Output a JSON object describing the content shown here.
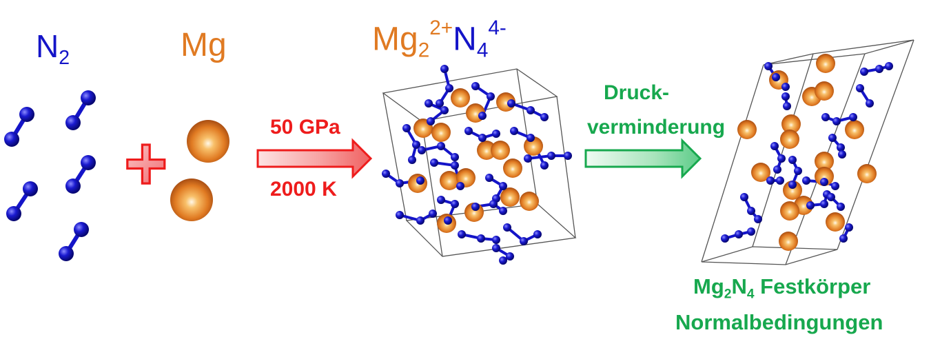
{
  "labels": {
    "n2": {
      "main": "N",
      "sub": "2"
    },
    "mg": "Mg",
    "product": {
      "mg": "Mg",
      "mg_sub": "2",
      "mg_sup": "2+",
      "n": "N",
      "n_sub": "4",
      "n_sup": "4-"
    },
    "conditions": {
      "pressure": "50 GPa",
      "temperature": "2000 K"
    },
    "decompression": {
      "line1": "Druck-",
      "line2": "verminderung"
    },
    "final": {
      "mg": "Mg",
      "mg_sub": "2",
      "n": "N",
      "n_sub": "4",
      "rest": " Festkörper",
      "line2": "Normalbedingungen"
    }
  },
  "colors": {
    "nitrogen": "#1414c8",
    "magnesium": "#e07a22",
    "plus": "#f4848a",
    "red_arrow": "#ee1c1c",
    "green_arrow": "#17a84e",
    "cell": "#555555"
  },
  "icons": {
    "plus": "plus-icon",
    "arrow_synthesis": "arrow-right-icon",
    "arrow_decompression": "arrow-right-icon"
  }
}
